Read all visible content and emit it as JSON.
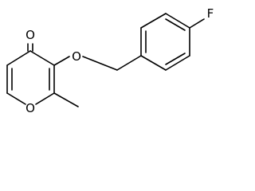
{
  "molecule": {
    "atoms": {
      "carbonyl_oxygen": "O",
      "ether_oxygen": "O",
      "ring_oxygen": "O",
      "fluorine": "F"
    }
  },
  "colors": {
    "bond": "#000000",
    "label": "#000000",
    "background": "#ffffff"
  }
}
